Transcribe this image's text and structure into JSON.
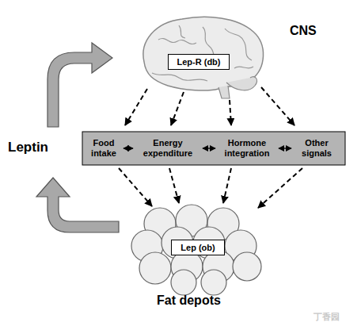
{
  "diagram": {
    "nodes": [
      {
        "text": [
          "Lep-R (db)"
        ]
      },
      {
        "text": [
          "Food intake"
        ]
      },
      {
        "text": [
          "Energy expenditure"
        ]
      },
      {
        "text": [
          "Hormone integration"
        ]
      },
      {
        "text": [
          "Other signals"
        ]
      },
      {
        "text": [
          "Lep (ob)"
        ]
      }
    ],
    "edges": [
      {
        "from": 1,
        "to": 2,
        "arrow": "both"
      },
      {
        "from": 2,
        "to": 3,
        "arrow": "both"
      },
      {
        "from": 3,
        "to": 4,
        "arrow": "both"
      }
    ],
    "labels": [
      "CNS",
      "Leptin",
      "Fat depots",
      "丁香园"
    ]
  }
}
